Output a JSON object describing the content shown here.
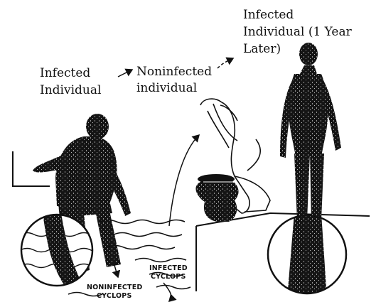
{
  "labels": {
    "infected_individual_line1": "Infected",
    "infected_individual_line2": "Individual",
    "noninfected_line1": "Noninfected",
    "noninfected_line2": "individual",
    "infected_later_line1": "Infected",
    "infected_later_line2": "Individual (1 Year",
    "infected_later_line3": "Later)",
    "infected_cyclops_line1": "INFECTED",
    "infected_cyclops_line2": "CYCLOPS",
    "noninfected_cyclops_line1": "NONINFECTED",
    "noninfected_cyclops_line2": "CYCLOPS"
  },
  "colors": {
    "ink": "#111111",
    "background": "#ffffff"
  }
}
